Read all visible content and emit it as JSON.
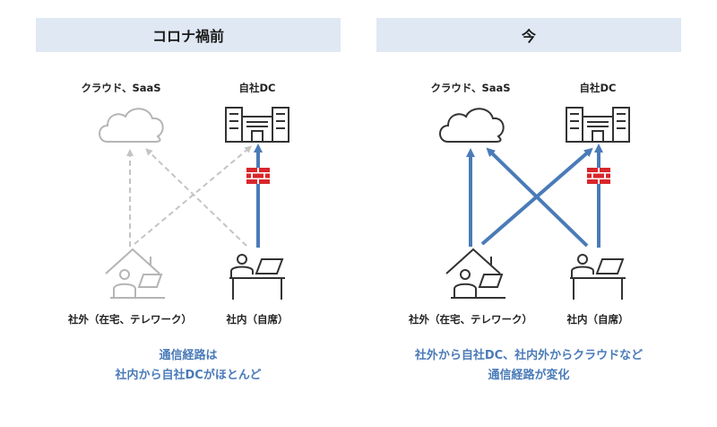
{
  "panels": {
    "before": {
      "title": "コロナ禍前",
      "cloud_label": "クラウド、SaaS",
      "dc_label": "自社DC",
      "home_label": "社外（在宅、テレワーク）",
      "office_label": "社内（自席）",
      "caption_line1": "通信経路は",
      "caption_line2": "社内から自社DCがほとんど",
      "icon_color": "#b5b5b5",
      "arrow_color": "#c4c4c4",
      "arrow_style": "dashed"
    },
    "now": {
      "title": "今",
      "cloud_label": "クラウド、SaaS",
      "dc_label": "自社DC",
      "home_label": "社外（在宅、テレワーク）",
      "office_label": "社内（自席）",
      "caption_line1": "社外から自社DC、社内外からクラウドなど",
      "caption_line2": "通信経路が変化",
      "icon_color": "#333333",
      "arrow_color": "#4a7bb8",
      "arrow_style": "solid"
    }
  },
  "colors": {
    "header_bg": "#dfe8f3",
    "caption_text": "#4a7bb8",
    "firewall": "#d9262b",
    "main_arrow": "#4a7bb8"
  },
  "icons": [
    "cloud-icon",
    "building-icon",
    "firewall-icon",
    "house-worker-icon",
    "desk-worker-icon"
  ]
}
